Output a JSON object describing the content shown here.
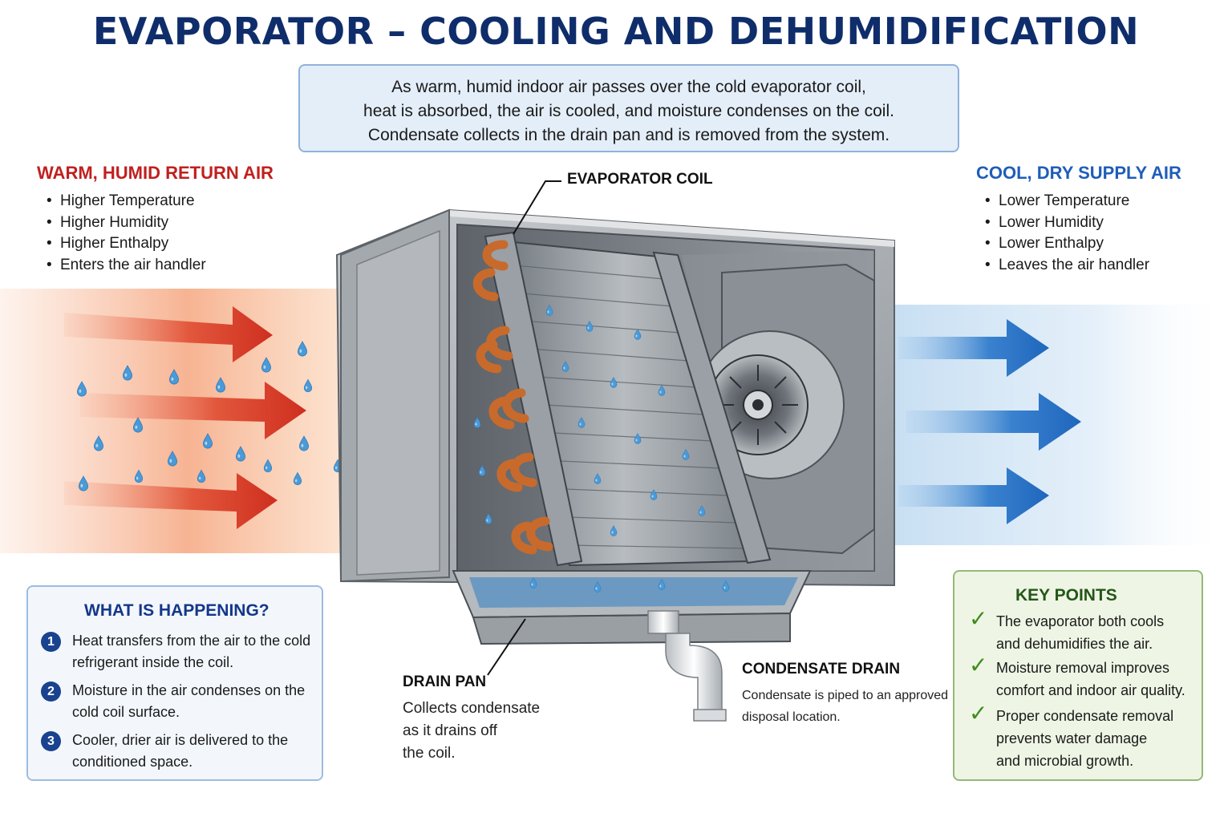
{
  "title": "EVAPORATOR – COOLING AND DEHUMIDIFICATION",
  "intro": [
    "As warm, humid indoor air passes over the cold evaporator coil,",
    "heat is absorbed, the air is cooled, and moisture condenses on the coil.",
    "Condensate collects in the drain pan and is removed from the system."
  ],
  "return_air": {
    "heading": "WARM, HUMID RETURN AIR",
    "items": [
      "Higher Temperature",
      "Higher Humidity",
      "Higher Enthalpy",
      "Enters the air handler"
    ]
  },
  "supply_air": {
    "heading": "COOL, DRY SUPPLY AIR",
    "items": [
      "Lower Temperature",
      "Lower Humidity",
      "Lower Enthalpy",
      "Leaves the air handler"
    ]
  },
  "labels": {
    "coil": "EVAPORATOR COIL",
    "drain_pan": "DRAIN PAN",
    "drain_pan_desc": [
      "Collects condensate",
      "as it drains off",
      "the coil."
    ],
    "condensate_drain": "CONDENSATE DRAIN",
    "condensate_drain_desc": [
      "Condensate is piped to an approved",
      "disposal location."
    ]
  },
  "what_is_happening": {
    "title": "WHAT IS HAPPENING?",
    "steps": [
      {
        "num": "1",
        "text": [
          "Heat transfers from the air to the cold",
          "refrigerant inside the coil."
        ]
      },
      {
        "num": "2",
        "text": [
          "Moisture in the air condenses on the",
          "cold coil surface."
        ]
      },
      {
        "num": "3",
        "text": [
          "Cooler, drier air is delivered to the",
          "conditioned space."
        ]
      }
    ]
  },
  "key_points": {
    "title": "KEY POINTS",
    "items": [
      [
        "The evaporator both cools",
        "and dehumidifies the air."
      ],
      [
        "Moisture removal improves",
        "comfort and indoor air quality."
      ],
      [
        "Proper condensate removal",
        "prevents water damage",
        "and microbial growth."
      ]
    ]
  },
  "colors": {
    "title": "#0f2d6b",
    "warm": "#c0201f",
    "cool": "#1f5db8",
    "copper": "#c86a2c",
    "water": "#4a9ad8",
    "check": "#3f8a22"
  },
  "icons": {
    "step_marker": "numbered-circle",
    "key_point_marker": "check-icon",
    "droplet": "water-droplet-icon"
  }
}
